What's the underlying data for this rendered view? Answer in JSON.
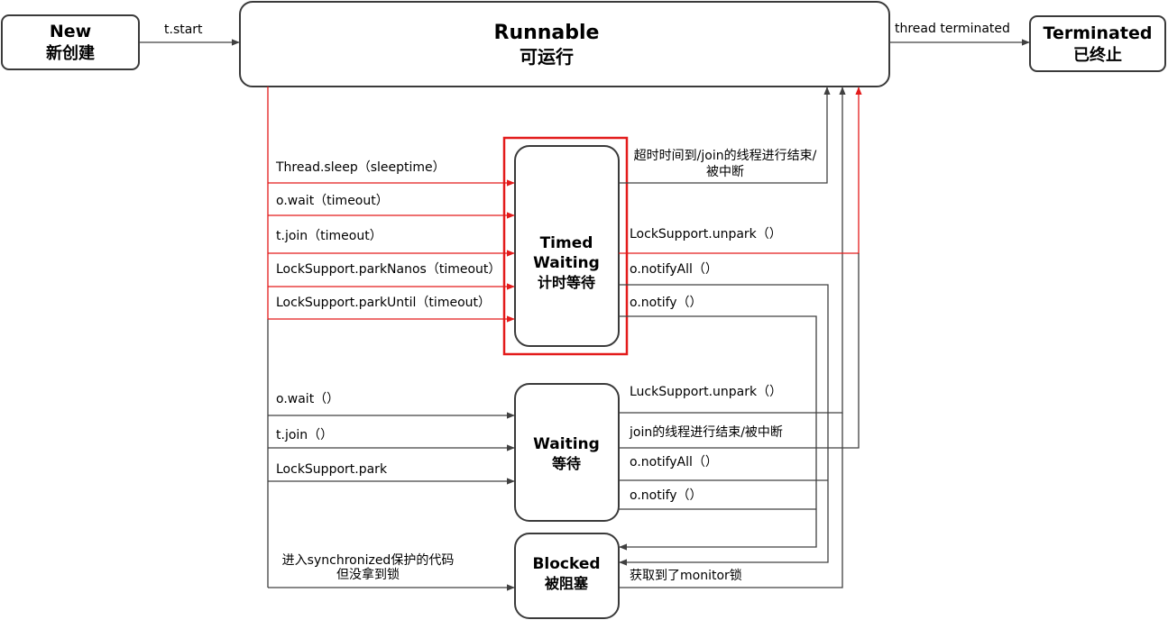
{
  "states": {
    "new": {
      "line1": "New",
      "line2": "新创建"
    },
    "runnable": {
      "line1": "Runnable",
      "line2": "可运行"
    },
    "terminated": {
      "line1": "Terminated",
      "line2": "已终止"
    },
    "timed_waiting": {
      "line1": "Timed",
      "line2": "Waiting",
      "line3": "计时等待"
    },
    "waiting": {
      "line1": "Waiting",
      "line2": "等待"
    },
    "blocked": {
      "line1": "Blocked",
      "line2": "被阻塞"
    }
  },
  "transitions": {
    "start": "t.start",
    "terminate": "thread terminated",
    "to_timed": [
      "Thread.sleep（sleeptime）",
      "o.wait（timeout）",
      "t.join（timeout）",
      "LockSupport.parkNanos（timeout）",
      "LockSupport.parkUntil（timeout）"
    ],
    "timed_out": {
      "timeout_line1": "超时时间到/join的线程进行结束/",
      "timeout_line2": "被中断",
      "unpark": "LockSupport.unpark（）",
      "notify_all": "o.notifyAll（）",
      "notify": "o.notify（）"
    },
    "to_waiting": [
      "o.wait（）",
      "t.join（）",
      "LockSupport.park"
    ],
    "waiting_out": {
      "unpark": "LuckSupport.unpark（）",
      "join_end": "join的线程进行结束/被中断",
      "notify_all": "o.notifyAll（）",
      "notify": "o.notify（）"
    },
    "to_blocked": {
      "line1": "进入synchronized保护的代码",
      "line2": "但没拿到锁"
    },
    "blocked_out": "获取到了monitor锁"
  },
  "colors": {
    "line": "#404040",
    "highlight": "#e31b1b",
    "box_border": "#3a3a3a"
  }
}
